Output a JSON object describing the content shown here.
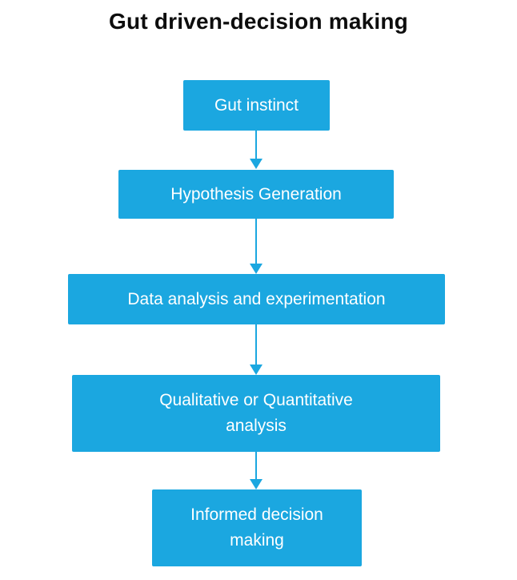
{
  "title": "Gut driven-decision making",
  "flow": {
    "steps": [
      {
        "label": "Gut instinct"
      },
      {
        "label": "Hypothesis Generation"
      },
      {
        "label": "Data analysis and experimentation"
      },
      {
        "label": "Qualitative or Quantitative\nanalysis"
      },
      {
        "label": "Informed decision\nmaking"
      }
    ],
    "connector_style": "straight-down-arrow"
  },
  "colors": {
    "box_fill": "#1BA7E0",
    "box_text": "#FFFFFF",
    "title_text": "#0D0D0D",
    "background": "#FFFFFF"
  }
}
